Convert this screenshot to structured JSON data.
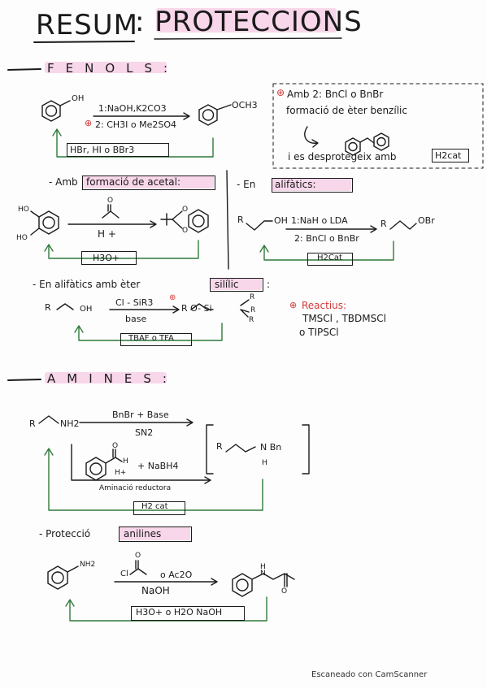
{
  "title": {
    "part1": "RESUM",
    "part2": ": PROTECCIONS"
  },
  "sections": {
    "fenols": "FENOLS:",
    "amines": "AMINES:"
  },
  "fenols": {
    "oh_label": "OH",
    "r1_line1": "1:NaOH,K2CO3",
    "r1_line2": "2: CH3I o Me2SO4",
    "r1_mark": "⊕",
    "r1_product": "OCH3",
    "r1_deprotect": "HBr, HI o BBr3",
    "side_mark": "⊕",
    "side_line1": "Amb 2: BnCl o BnBr",
    "side_line2": "formació de èter benzílic",
    "side_line3": "i es desprotegeix amb",
    "side_h2cat": "H2cat",
    "acetal_label": "- Amb",
    "acetal_box": "formació de acetal:",
    "acetal_ho1": "HO",
    "acetal_ho2": "HO",
    "acetal_o": "O",
    "acetal_h": "H +",
    "acetal_deprotect": "H3O+",
    "aliph_label": "- En",
    "aliph_box": "alifàtics:",
    "aliph_r1": "R",
    "aliph_oh": "OH",
    "aliph_line1": "1:NaH o LDA",
    "aliph_line2": "2: BnCl o BnBr",
    "aliph_r2": "R",
    "aliph_obr": "OBr",
    "aliph_deprotect": "H2Cat",
    "silyl_label": "- En alifàtics amb èter",
    "silyl_box": "silílic",
    "silyl_colon": ":",
    "silyl_r": "R",
    "silyl_oh": "OH",
    "silyl_line1": "Cl - SiR3",
    "silyl_mark": "⊕",
    "silyl_line2": "base",
    "silyl_product": "R   O- Si",
    "silyl_rr": "R",
    "silyl_deprotect": "TBAF o TFA",
    "reag_mark": "⊕",
    "reag_title": "Reactius:",
    "reag_line1": "TMSCl , TBDMSCl",
    "reag_line2": "o TIPSCl"
  },
  "amines": {
    "r_label": "R",
    "nh2": "NH2",
    "top_line1": "BnBr + Base",
    "top_line2": "SN2",
    "ald_o": "O",
    "ald_h": "H",
    "ald_reagent": "+ NaBH4",
    "ald_hplus": "H+",
    "aminacio": "Aminació reductora",
    "prod_r": "R",
    "prod_nbn": "N   Bn",
    "prod_h": "H",
    "deprotect": "H2 cat",
    "prot_label": "- Protecció",
    "prot_box": "anilines",
    "an_nh2": "NH2",
    "an_cl": "Cl",
    "an_o": "O",
    "an_reagent": "o Ac2O",
    "an_base": "NaOH",
    "an_h": "H",
    "an_n": "N",
    "an_o2": "O",
    "an_deprotect": "H3O+ o H2O NaOH"
  },
  "footer": "Escaneado con CamScanner",
  "colors": {
    "ink": "#161616",
    "highlight": "#f6c9e3",
    "red": "#d23a3a",
    "green": "#2f7a3a"
  }
}
